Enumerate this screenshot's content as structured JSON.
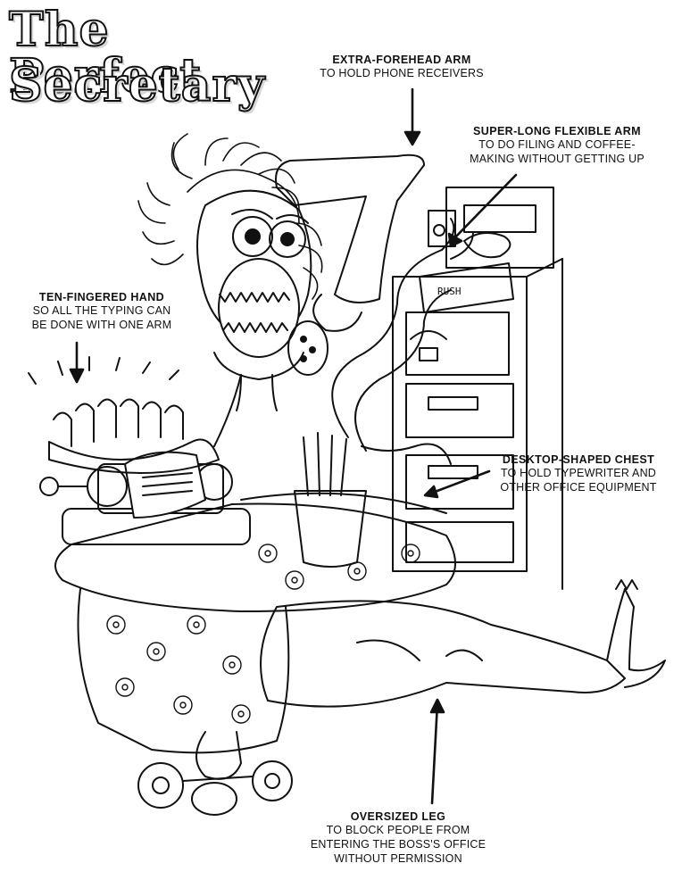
{
  "title": {
    "line1": "The Perfect",
    "line2": "Secretary"
  },
  "labels": {
    "forehead": {
      "head": "EXTRA-FOREHEAD ARM",
      "desc": "TO HOLD PHONE RECEIVERS"
    },
    "flexible": {
      "head": "SUPER-LONG FLEXIBLE ARM",
      "desc1": "TO DO FILING AND COFFEE-",
      "desc2": "MAKING WITHOUT GETTING UP"
    },
    "tenfinger": {
      "head": "TEN-FINGERED HAND",
      "desc1": "SO ALL THE TYPING CAN",
      "desc2": "BE DONE WITH ONE ARM"
    },
    "desk": {
      "head": "DESKTOP-SHAPED CHEST",
      "desc1": "TO HOLD TYPEWRITER AND",
      "desc2": "OTHER OFFICE EQUIPMENT"
    },
    "leg": {
      "head": "OVERSIZED LEG",
      "desc1": "TO BLOCK PEOPLE FROM",
      "desc2": "ENTERING THE BOSS'S OFFICE",
      "desc3": "WITHOUT PERMISSION"
    }
  },
  "props": {
    "tray_label": "RUSH"
  },
  "colors": {
    "ink": "#111111",
    "paper": "#ffffff"
  }
}
